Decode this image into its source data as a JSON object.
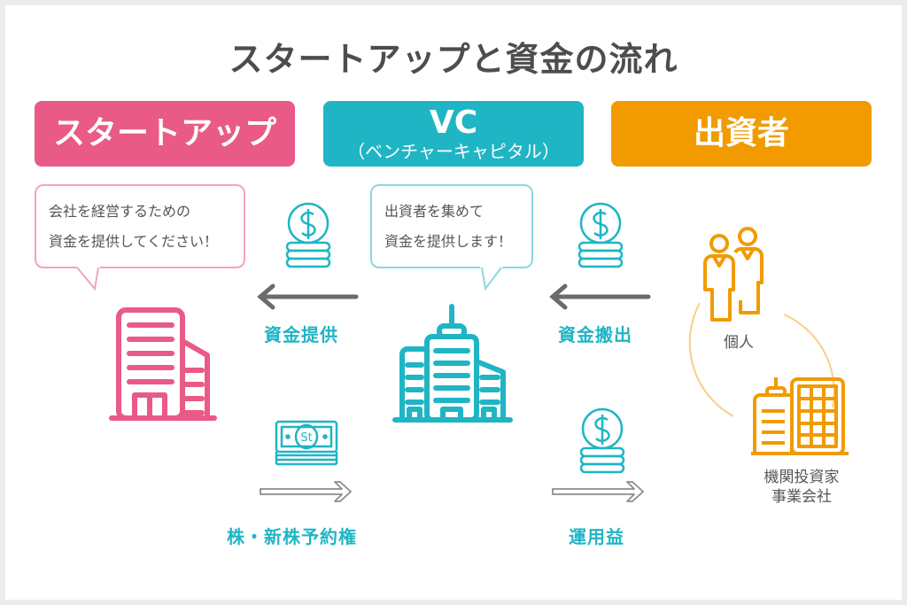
{
  "title": "スタートアップと資金の流れ",
  "headers": {
    "startup": {
      "label": "スタートアップ"
    },
    "vc": {
      "label": "VC",
      "sublabel": "（ベンチャーキャピタル）"
    },
    "investor": {
      "label": "出資者"
    }
  },
  "bubbles": {
    "startup": {
      "line1": "会社を経営するための",
      "line2": "資金を提供してください！"
    },
    "vc": {
      "line1": "出資者を集めて",
      "line2": "資金を提供します！"
    }
  },
  "flows": {
    "vc_to_startup": {
      "label": "資金提供",
      "icon": "coin-stack-icon",
      "direction": "left"
    },
    "investor_to_vc": {
      "label": "資金搬出",
      "icon": "coin-stack-icon",
      "direction": "left"
    },
    "startup_to_vc": {
      "label": "株・新株予約権",
      "icon": "banknote-stack-icon",
      "direction": "right",
      "note_symbol": "St"
    },
    "vc_to_investor": {
      "label": "運用益",
      "icon": "coin-stack-icon",
      "direction": "right"
    }
  },
  "investors": {
    "individual": {
      "label": "個人",
      "icon": "people-icon"
    },
    "institutional": {
      "line1": "機関投資家",
      "line2": "事業会社",
      "icon": "buildings-icon"
    }
  },
  "colors": {
    "startup": "#e95a87",
    "vc": "#1fb5c5",
    "investor": "#f19b00",
    "arrow": "#6b6b6b",
    "text": "#4d4d4d"
  }
}
